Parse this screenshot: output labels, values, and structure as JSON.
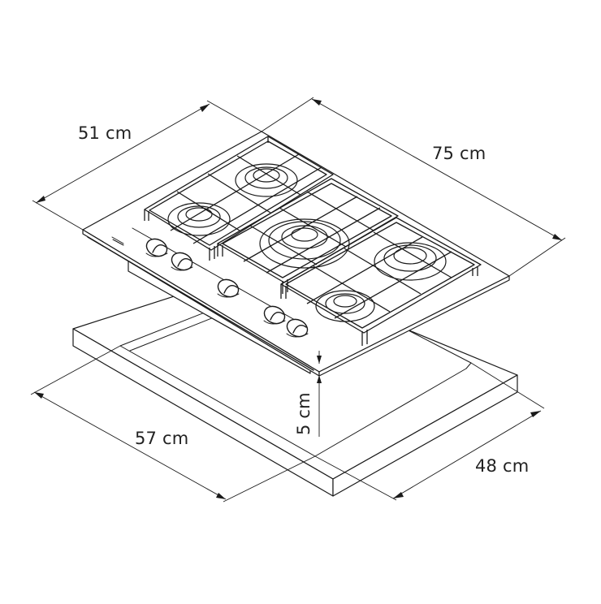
{
  "diagram": {
    "subject": "Built-in gas hob with countertop cut-out",
    "colors": {
      "line": "#1a1a1a",
      "background": "#ffffff",
      "text": "#222222"
    },
    "dimensions": {
      "hob_depth": {
        "label": "51 cm",
        "value": 51,
        "unit": "cm"
      },
      "hob_width": {
        "label": "75 cm",
        "value": 75,
        "unit": "cm"
      },
      "cutout_width": {
        "label": "57 cm",
        "value": 57,
        "unit": "cm"
      },
      "cutout_depth": {
        "label": "48 cm",
        "value": 48,
        "unit": "cm"
      },
      "built_in_height": {
        "label": "5 cm",
        "value": 5,
        "unit": "cm"
      }
    },
    "components": {
      "burners": 5,
      "knobs": 5,
      "grates": 3,
      "brand_mark": "logo-mark"
    }
  }
}
